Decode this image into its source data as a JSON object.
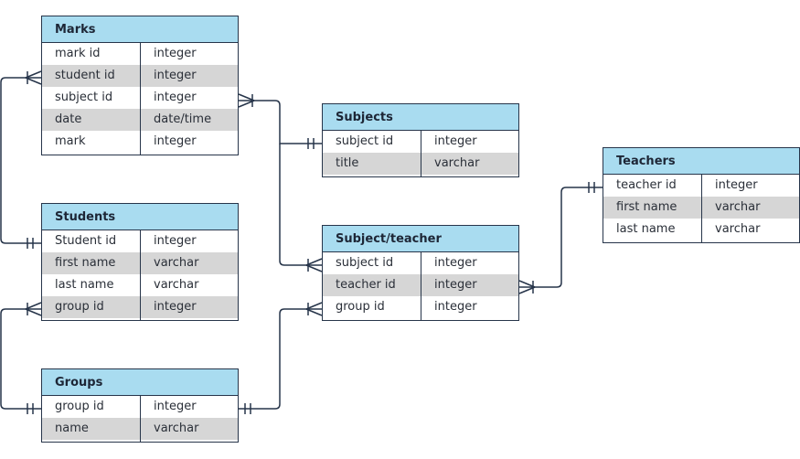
{
  "colors": {
    "header": "#a9dcf0",
    "border": "#27354a",
    "alt_row": "#d6d6d6"
  },
  "entities": {
    "marks": {
      "title": "Marks",
      "rows": [
        {
          "name": "mark id",
          "type": "integer"
        },
        {
          "name": "student id",
          "type": "integer"
        },
        {
          "name": "subject id",
          "type": "integer"
        },
        {
          "name": "date",
          "type": "date/time"
        },
        {
          "name": "mark",
          "type": "integer"
        }
      ]
    },
    "students": {
      "title": "Students",
      "rows": [
        {
          "name": "Student id",
          "type": "integer"
        },
        {
          "name": "first name",
          "type": "varchar"
        },
        {
          "name": "last name",
          "type": "varchar"
        },
        {
          "name": "group id",
          "type": "integer"
        }
      ]
    },
    "groups": {
      "title": "Groups",
      "rows": [
        {
          "name": "group id",
          "type": "integer"
        },
        {
          "name": "name",
          "type": "varchar"
        }
      ]
    },
    "subjects": {
      "title": "Subjects",
      "rows": [
        {
          "name": "subject id",
          "type": "integer"
        },
        {
          "name": "title",
          "type": "varchar"
        }
      ]
    },
    "subject_teacher": {
      "title": "Subject/teacher",
      "rows": [
        {
          "name": "subject id",
          "type": "integer"
        },
        {
          "name": "teacher id",
          "type": "integer"
        },
        {
          "name": "group id",
          "type": "integer"
        }
      ]
    },
    "teachers": {
      "title": "Teachers",
      "rows": [
        {
          "name": "teacher id",
          "type": "integer"
        },
        {
          "name": "first name",
          "type": "varchar"
        },
        {
          "name": "last name",
          "type": "varchar"
        }
      ]
    }
  },
  "relationships": [
    {
      "from": "students",
      "to": "marks",
      "from_end": "one",
      "to_end": "many"
    },
    {
      "from": "subjects",
      "to": "marks",
      "from_end": "one",
      "to_end": "many"
    },
    {
      "from": "subjects",
      "to": "subject_teacher",
      "from_end": "one",
      "to_end": "many"
    },
    {
      "from": "groups",
      "to": "students",
      "from_end": "one",
      "to_end": "many"
    },
    {
      "from": "groups",
      "to": "subject_teacher",
      "from_end": "one",
      "to_end": "many"
    },
    {
      "from": "teachers",
      "to": "subject_teacher",
      "from_end": "one",
      "to_end": "many"
    }
  ]
}
